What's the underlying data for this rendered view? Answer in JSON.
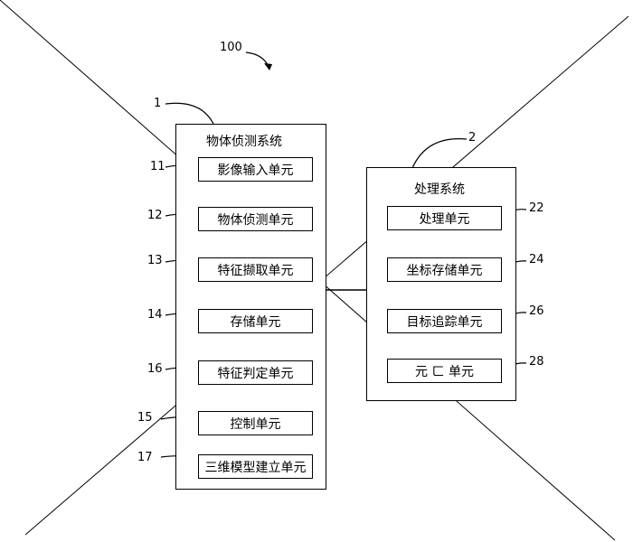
{
  "figure": {
    "ref": "100",
    "object_detection_system": {
      "ref": "1",
      "title": "物体侦测系统",
      "units": [
        {
          "ref": "11",
          "label": "影像输入单元"
        },
        {
          "ref": "12",
          "label": "物体侦测单元"
        },
        {
          "ref": "13",
          "label": "特征撷取单元"
        },
        {
          "ref": "14",
          "label": "存储单元"
        },
        {
          "ref": "16",
          "label": "特征判定单元"
        },
        {
          "ref": "15",
          "label": "控制单元"
        },
        {
          "ref": "17",
          "label": "三维模型建立单元"
        }
      ]
    },
    "processing_system": {
      "ref": "2",
      "title": "处理系统",
      "units": [
        {
          "ref": "22",
          "label": "处理单元"
        },
        {
          "ref": "24",
          "label": "坐标存储单元"
        },
        {
          "ref": "26",
          "label": "目标追踪单元"
        },
        {
          "ref": "28",
          "label": "元 ㄈ 单元"
        }
      ]
    }
  }
}
